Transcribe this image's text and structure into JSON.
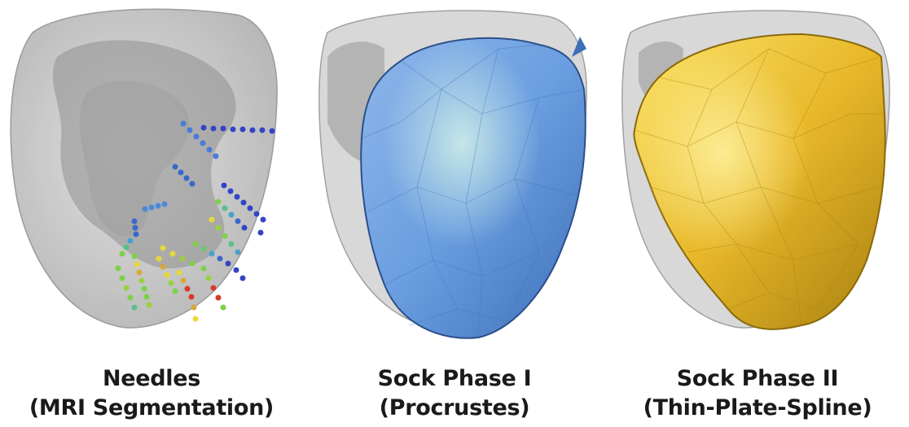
{
  "panels": [
    {
      "id": "needles",
      "line1": "Needles",
      "line2": "(MRI Segmentation)"
    },
    {
      "id": "sock-phase-1",
      "line1": "Sock Phase I",
      "line2": "(Procrustes)"
    },
    {
      "id": "sock-phase-2",
      "line1": "Sock Phase II",
      "line2": "(Thin-Plate-Spline)"
    }
  ],
  "colors": {
    "heart_shell": "#c9c9c9",
    "heart_inner": "#8f8f8f",
    "sock_phase_1": "#5b8fd6",
    "sock_phase_2": "#e8b82a",
    "needle_blue": "#3344c8",
    "needle_green": "#7ed04a",
    "needle_yellow": "#e6d83a",
    "needle_red": "#d83a2a"
  }
}
